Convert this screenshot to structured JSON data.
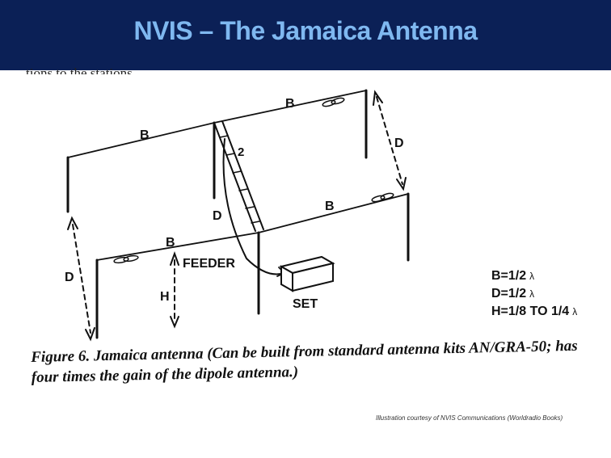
{
  "slide": {
    "title": "NVIS – The Jamaica Antenna",
    "cutoff_text": "tions to the stations."
  },
  "diagram": {
    "labels": {
      "b_top": "B",
      "b_left": "B",
      "b_right": "B",
      "b_front": "B",
      "d_left": "D",
      "d_right": "D",
      "d_center": "D",
      "num_2": "2",
      "feeder": "FEEDER",
      "h": "H",
      "set": "SET"
    }
  },
  "legend": [
    {
      "text": "B=1/2",
      "unit": "λ"
    },
    {
      "text": "D=1/2",
      "unit": "λ"
    },
    {
      "text": "H=1/8 TO 1/4",
      "unit": "λ"
    }
  ],
  "caption": "Figure 6. Jamaica antenna (Can be built from standard antenna kits AN/GRA-50; has four times the gain of the dipole antenna.)",
  "credit": "Illustration courtesy of NVIS Communications (Worldradio Books)"
}
